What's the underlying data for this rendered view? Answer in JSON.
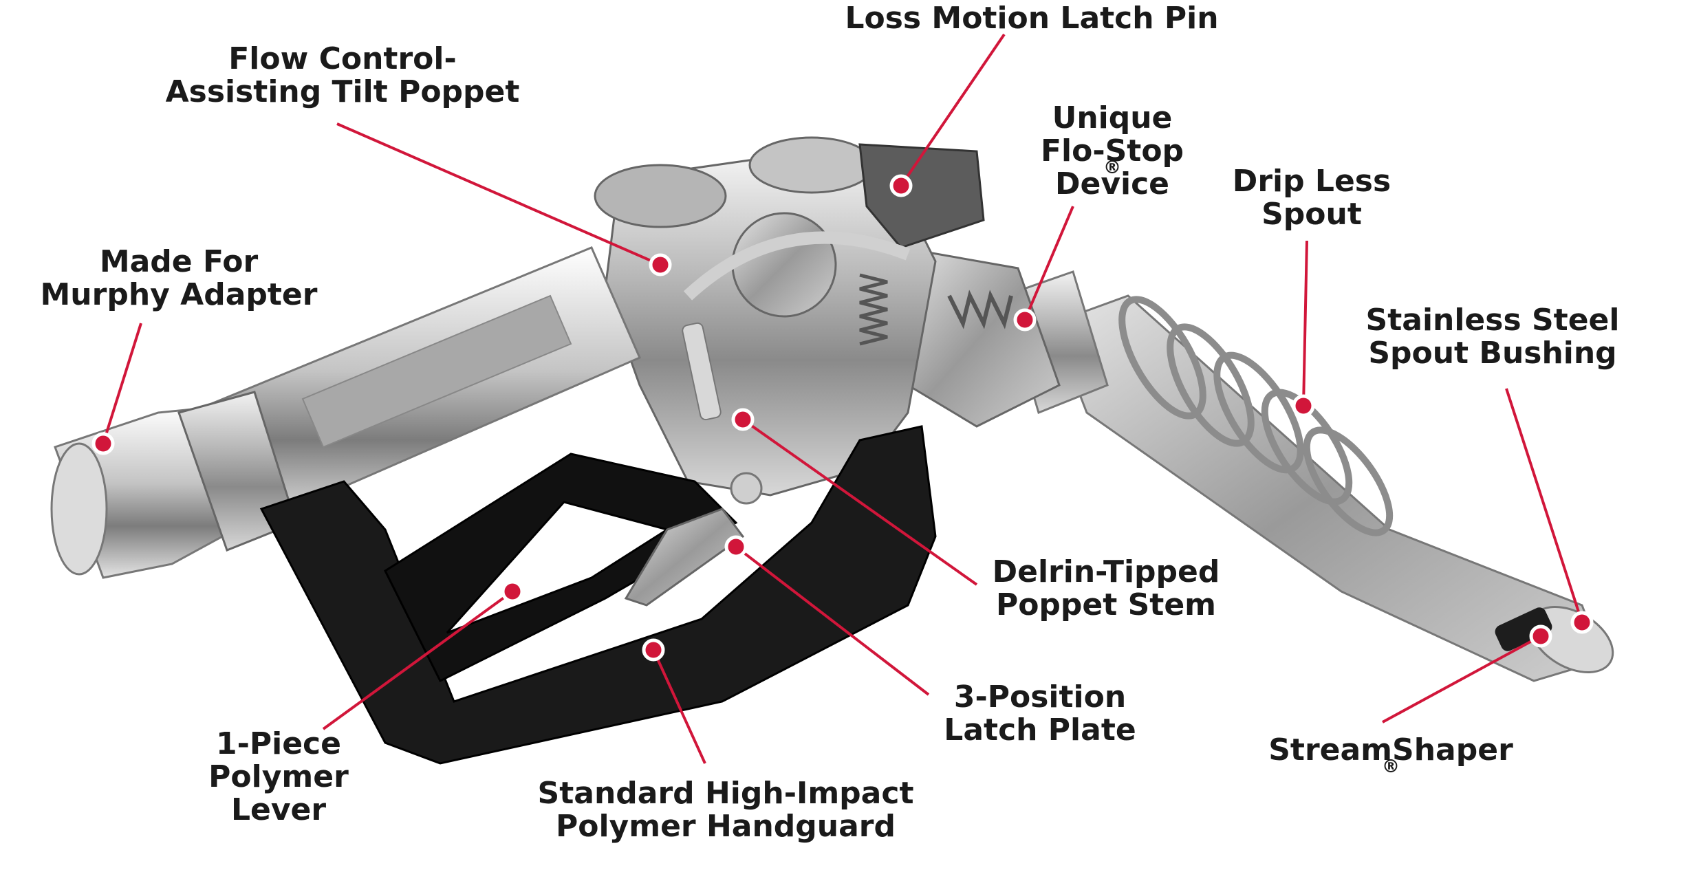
{
  "accent": "#d1163a",
  "labels": {
    "loss_motion": [
      "Loss Motion Latch Pin"
    ],
    "flow_control": [
      "Flow Control-",
      "Assisting Tilt Poppet"
    ],
    "flo_stop": [
      "Unique",
      "Flo-Stop",
      "Device"
    ],
    "drip_less": [
      "Drip Less",
      "Spout"
    ],
    "murphy": [
      "Made For",
      "Murphy Adapter"
    ],
    "stainless": [
      "Stainless Steel",
      "Spout Bushing"
    ],
    "delrin": [
      "Delrin-Tipped",
      "Poppet Stem"
    ],
    "latch_plate": [
      "3-Position",
      "Latch Plate"
    ],
    "streamshaper": [
      "StreamShaper"
    ],
    "lever": [
      "1-Piece",
      "Polymer",
      "Lever"
    ],
    "handguard": [
      "Standard High-Impact",
      "Polymer Handguard"
    ]
  },
  "registered_mark": "®"
}
